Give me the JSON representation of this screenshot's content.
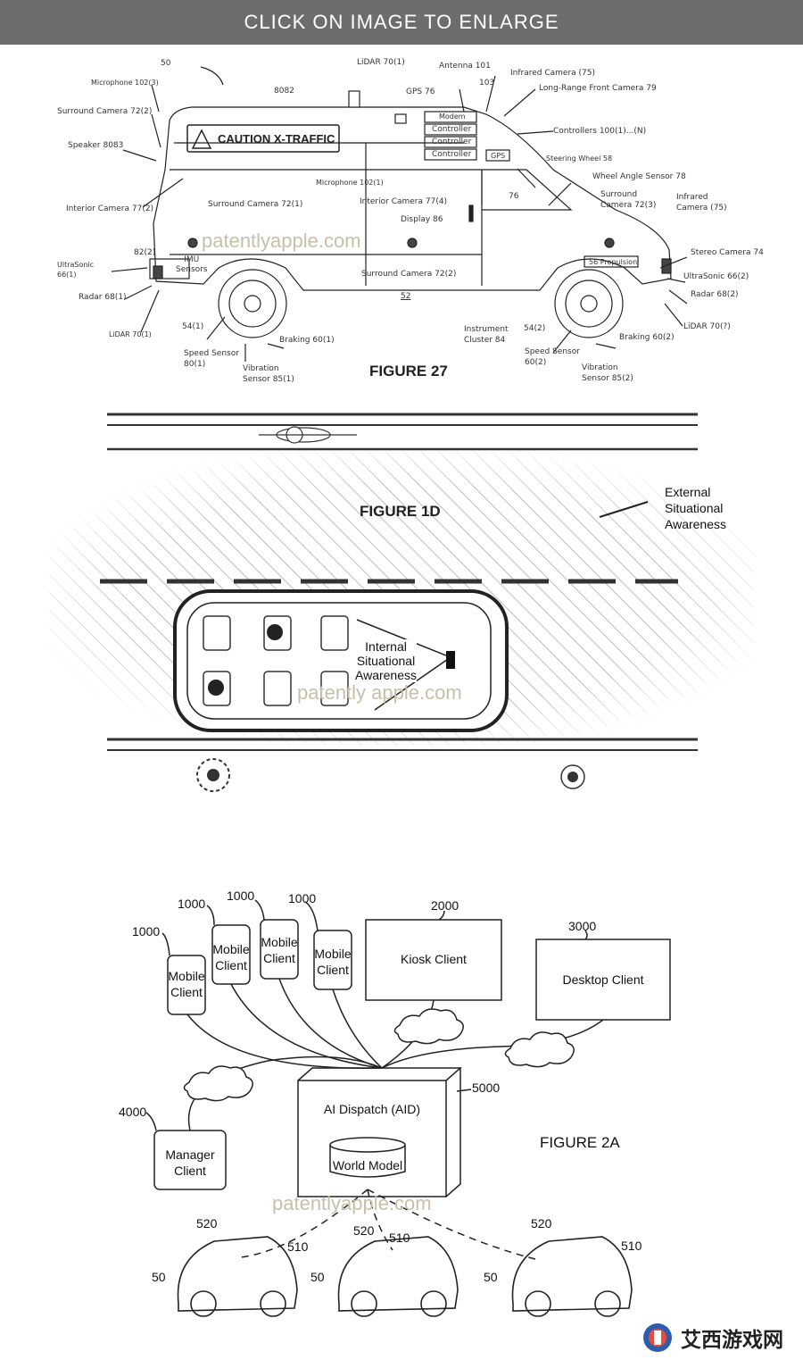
{
  "banner": {
    "text": "CLICK ON IMAGE TO ENLARGE"
  },
  "fig27": {
    "title": "FIGURE 27",
    "caution_sign": "CAUTION X-TRAFFIC",
    "ref_50": "50",
    "labels": {
      "microphone_102_3": "Microphone 102(3)",
      "lidar_70_1": "LiDAR 70(1)",
      "antenna_101": "Antenna 101",
      "ref_8082": "8082",
      "gps_76": "GPS 76",
      "ref_103": "103",
      "infrared_camera_75_top": "Infrared Camera (75)",
      "long_range_camera": "Long-Range Front Camera 79",
      "surround_camera_72_2_left": "Surround Camera 72(2)",
      "speaker_8083": "Speaker 8083",
      "modem": "Modem",
      "controller_1": "Controller",
      "controller_2": "Controller",
      "controller_3": "Controller",
      "controllers_100": "Controllers 100(1)...(N)",
      "gps_box": "GPS",
      "steering_wheel": "Steering Wheel 58",
      "wheel_angle_sensor": "Wheel Angle Sensor 78",
      "interior_camera_77_2": "Interior Camera 77(2)",
      "microphone_102_1": "Microphone 102(1)",
      "surround_camera_72_1": "Surround Camera 72(1)",
      "interior_camera_77_4": "Interior Camera 77(4)",
      "ref_76": "76",
      "display_86": "Display 86",
      "surround_camera_72_3": "Surround\nCamera 72(3)",
      "infrared_camera_75_right": "Infrared\nCamera (75)",
      "ref_82_2": "82(2)",
      "imu_sensors": "IMU\nSensors",
      "ultrasonic_66_1": "UltraSonic\n66(1)",
      "stereo_camera": "Stereo Camera 74",
      "propulsion": "56 Propulsion",
      "ultrasonic_66_2": "UltraSonic 66(2)",
      "surround_camera_72_2_mid": "Surround Camera 72(2)",
      "radar_68_1": "Radar 68(1)",
      "radar_68_2": "Radar 68(2)",
      "ref_52": "52",
      "lidar_70_1_bottom": "LiDAR 70(1)",
      "lidar_70_q": "LiDAR 70(?)",
      "ref_54_1": "54(1)",
      "speed_sensor_80_1": "Speed Sensor\n80(1)",
      "braking_60_1": "Braking 60(1)",
      "vibration_85_1": "Vibration\nSensor 85(1)",
      "instrument_cluster": "Instrument\nCluster 84",
      "ref_54_2": "54(2)",
      "speed_sensor_60_2": "Speed Sensor\n60(2)",
      "braking_60_2": "Braking 60(2)",
      "vibration_85_2": "Vibration\nSensor 85(2)"
    }
  },
  "fig1d": {
    "title": "FIGURE 1D",
    "external_label": "External\nSituational\nAwareness",
    "internal_label": "Internal\nSituational\nAwareness"
  },
  "fig2a": {
    "title": "FIGURE 2A",
    "mobile_clients": [
      {
        "num": "1000",
        "label": "Mobile\nClient"
      },
      {
        "num": "1000",
        "label": "Mobile\nClient"
      },
      {
        "num": "1000",
        "label": "Mobile\nClient"
      },
      {
        "num": "1000",
        "label": "Mobile\nClient"
      }
    ],
    "kiosk": {
      "num": "2000",
      "label": "Kiosk Client"
    },
    "desktop": {
      "num": "3000",
      "label": "Desktop Client"
    },
    "manager": {
      "num": "4000",
      "label": "Manager\nClient"
    },
    "dispatch": {
      "num": "5000",
      "label": "AI Dispatch (AID)"
    },
    "world_model": "World Model",
    "vehicles": [
      {
        "ref_50": "50",
        "ref_520": "520",
        "ref_510": "510"
      },
      {
        "ref_50": "50",
        "ref_520": "520",
        "ref_510": "510"
      },
      {
        "ref_50": "50",
        "ref_520": "520",
        "ref_510": "510"
      }
    ]
  },
  "watermarks": [
    "patentlyapple.com",
    "patently apple.com",
    "patentlyapple.com"
  ],
  "logo": {
    "text": "艾西游戏网"
  }
}
